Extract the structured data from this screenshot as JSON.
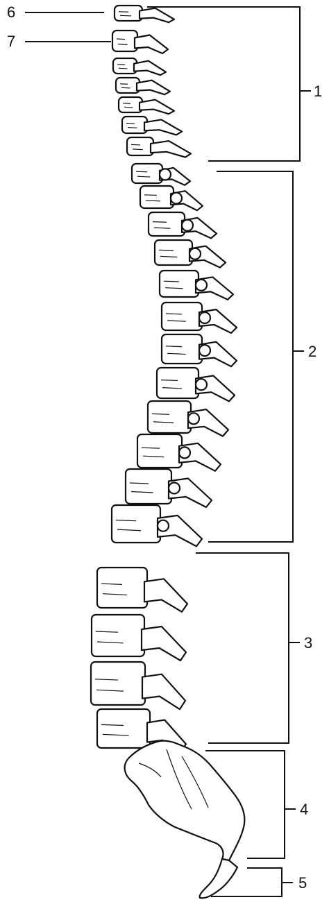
{
  "labels": {
    "cervical": "1",
    "thoracic": "2",
    "lumbar": "3",
    "sacrum": "4",
    "coccyx": "5",
    "atlas": "6",
    "axis": "7"
  }
}
